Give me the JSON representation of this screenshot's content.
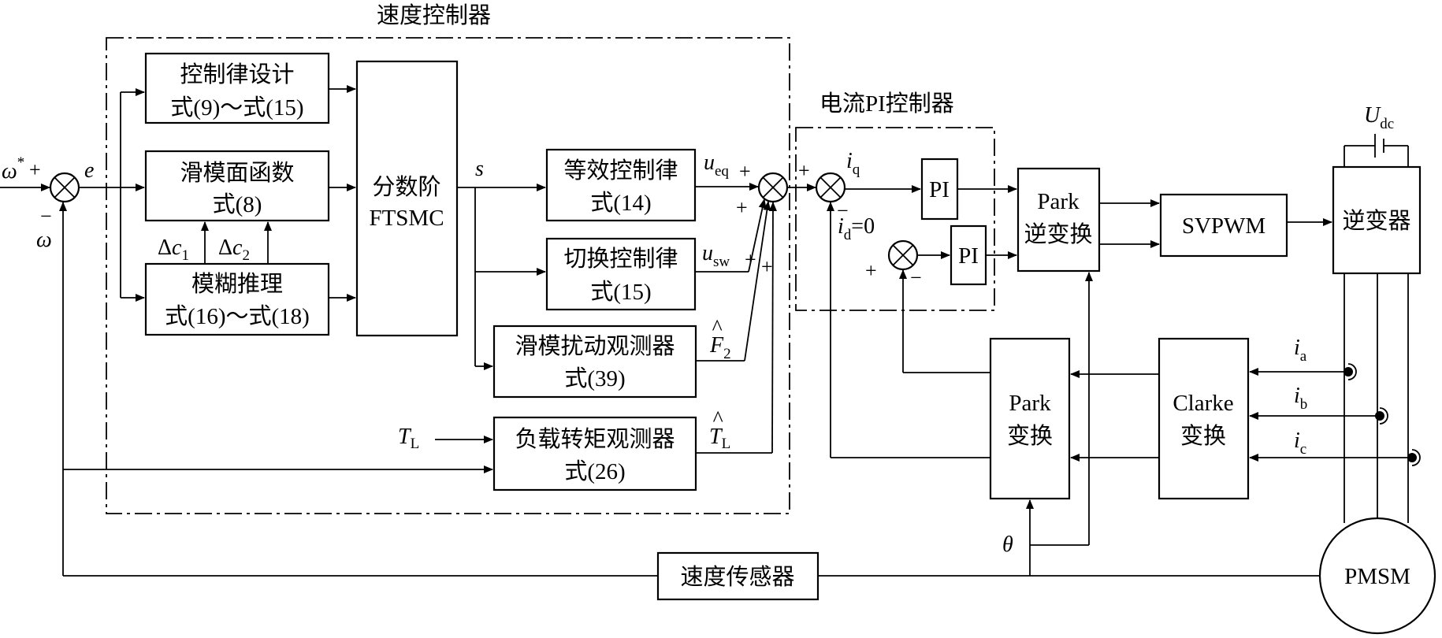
{
  "groups": {
    "speed_controller": "速度控制器",
    "current_controller": "电流PI控制器"
  },
  "blocks": {
    "control_law": {
      "line1": "控制律设计",
      "line2": "式(9)～式(15)"
    },
    "sliding_surface": {
      "line1": "滑模面函数",
      "line2": "式(8)"
    },
    "fuzzy": {
      "line1": "模糊推理",
      "line2": "式(16)～式(18)"
    },
    "ftsmc": {
      "line1": "分数阶",
      "line2": "FTSMC"
    },
    "equivalent": {
      "line1": "等效控制律",
      "line2": "式(14)"
    },
    "switching": {
      "line1": "切换控制律",
      "line2": "式(15)"
    },
    "disturbance_observer": {
      "line1": "滑模扰动观测器",
      "line2": "式(39)"
    },
    "load_observer": {
      "line1": "负载转矩观测器",
      "line2": "式(26)"
    },
    "pi_q": "PI",
    "pi_d": "PI",
    "inverse_park": {
      "line1": "Park",
      "line2": "逆变换"
    },
    "svpwm": "SVPWM",
    "inverter": "逆变器",
    "park": {
      "line1": "Park",
      "line2": "变换"
    },
    "clarke": {
      "line1": "Clarke",
      "line2": "变换"
    },
    "speed_sensor": "速度传感器",
    "pmsm": "PMSM"
  },
  "signals": {
    "omega_ref": "ω",
    "star": "*",
    "omega": "ω",
    "e": "e",
    "delta": "Δ",
    "c": "c",
    "c1_sub": "1",
    "c2_sub": "2",
    "s": "s",
    "u": "u",
    "eq_sub": "eq",
    "sw_sub": "sw",
    "f": "F",
    "f2_sub": "2",
    "hat": "^",
    "t": "T",
    "l_sub": "L",
    "i": "i",
    "q_sub": "q",
    "d_sub": "d",
    "eq_zero": "=0",
    "u_dc": "U",
    "dc_sub": "dc",
    "a_sub": "a",
    "b_sub": "b",
    "c_sub": "c",
    "theta": "θ"
  },
  "signs": {
    "plus": "+",
    "minus": "−"
  }
}
